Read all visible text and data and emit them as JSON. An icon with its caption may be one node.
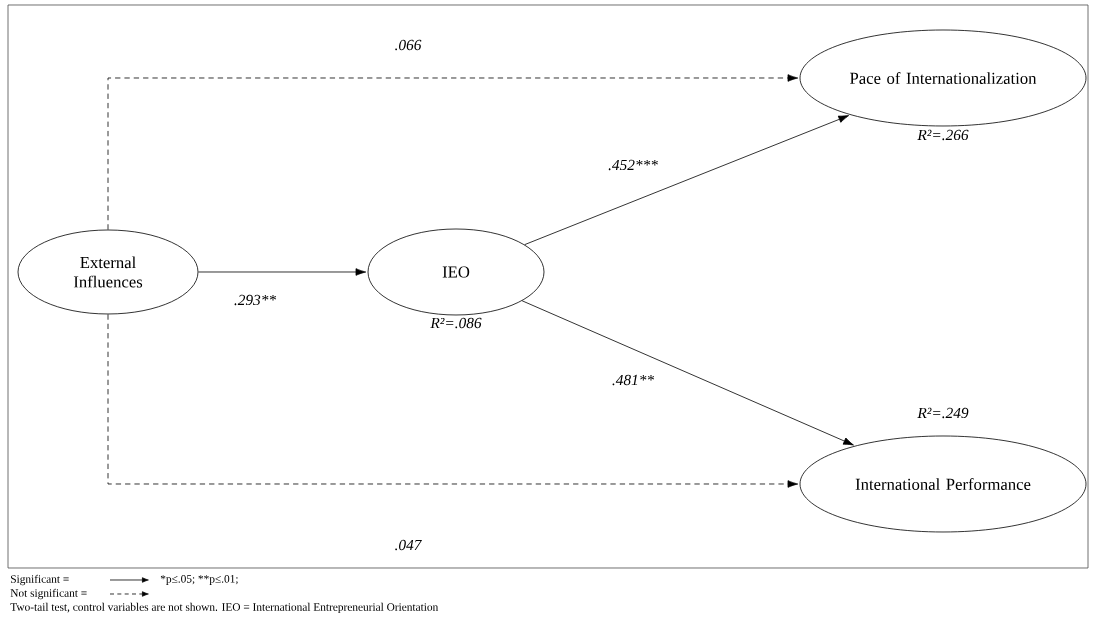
{
  "diagram": {
    "nodes": [
      {
        "text": [
          "External Influences"
        ]
      },
      {
        "text": [
          "IEO"
        ],
        "beside": [
          "R²=.086"
        ]
      },
      {
        "text": [
          "Pace of Internationalization"
        ],
        "beside": [
          "R²=.266"
        ]
      },
      {
        "text": [
          "International Performance"
        ],
        "beside": [
          "R²=.249"
        ]
      }
    ],
    "edges": [
      {
        "from": 0,
        "to": 1,
        "arrow": "to",
        "label": ".293**"
      },
      {
        "from": 1,
        "to": 2,
        "arrow": "to",
        "label": ".452***"
      },
      {
        "from": 1,
        "to": 3,
        "arrow": "to",
        "label": ".481**"
      },
      {
        "from": 0,
        "to": 2,
        "arrow": "to",
        "label": ".066",
        "style": "dashed"
      },
      {
        "from": 0,
        "to": 3,
        "arrow": "to",
        "label": ".047",
        "style": "dashed"
      }
    ],
    "labels": [
      "*p≤.05; **p≤.01;",
      "Two-tail test, control variables are not shown. IEO = International Entrepreneurial Orientation"
    ],
    "legend": [
      {
        "text": "Significant ="
      },
      {
        "text": "Not significant ="
      }
    ]
  }
}
